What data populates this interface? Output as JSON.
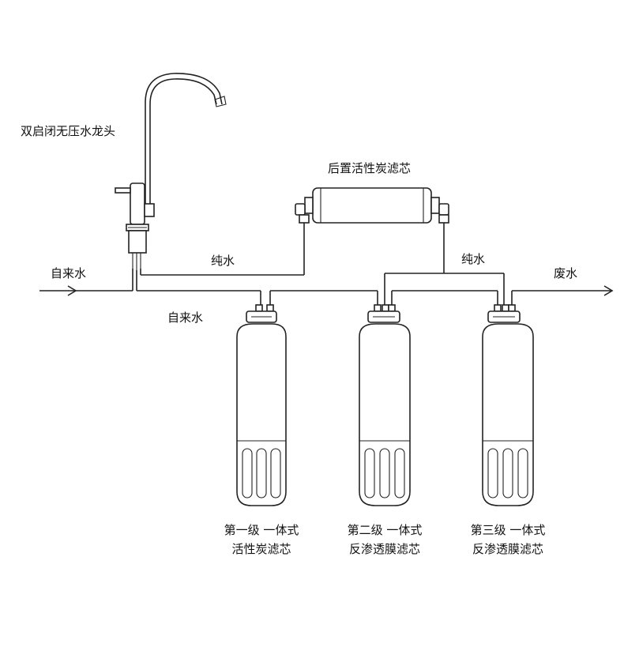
{
  "labels": {
    "faucet": "双启闭无压水龙头",
    "post_filter": "后置活性炭滤芯",
    "tap_water_in": "自来水",
    "tap_water_line": "自来水",
    "pure_water_left": "纯水",
    "pure_water_right": "纯水",
    "waste_water": "废水"
  },
  "filters": [
    {
      "stage": "第一级 一体式",
      "name": "活性炭滤芯"
    },
    {
      "stage": "第二级 一体式",
      "name": "反渗透膜滤芯"
    },
    {
      "stage": "第三级 一体式",
      "name": "反渗透膜滤芯"
    }
  ],
  "icons": [
    "faucet-icon",
    "post-carbon-filter-icon",
    "filter-cartridge-icon",
    "arrow-right-icon"
  ]
}
